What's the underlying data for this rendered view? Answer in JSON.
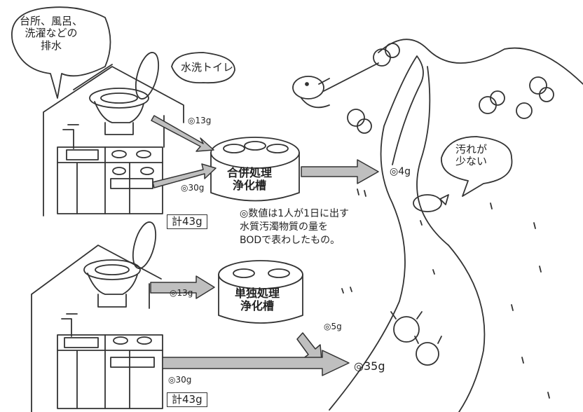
{
  "bubbles": {
    "household_drain": [
      "台所、風呂、",
      "洗濯などの",
      "排水"
    ],
    "flush_toilet": "水洗トイレ",
    "less_dirty": [
      "汚れが",
      "少ない"
    ]
  },
  "combined": {
    "tank_label": [
      "合併処理",
      "浄化槽"
    ],
    "toilet_amount": "◎13g",
    "drain_amount": "◎30g",
    "output_amount": "◎4g",
    "total": "計43g"
  },
  "single": {
    "tank_label": [
      "単独処理",
      "浄化槽"
    ],
    "toilet_amount": "◎13g",
    "drain_amount": "◎30g",
    "tank_output": "◎5g",
    "river_amount": "◎35g",
    "total": "計43g"
  },
  "note": [
    "◎数値は1人が1日に出す",
    "水質汚濁物質の量を",
    "BODで表わしたもの。"
  ],
  "colors": {
    "line": "#333333",
    "arrow_fill": "#bfbfbf",
    "paper": "#ffffff"
  }
}
